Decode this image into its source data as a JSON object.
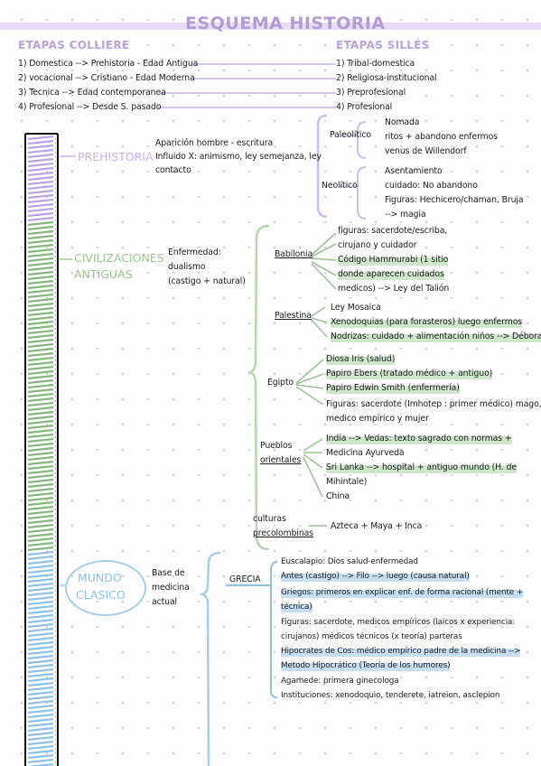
{
  "title": "ESQUEMA HISTORIA",
  "colliere": {
    "heading": "ETAPAS COLLIERE",
    "items": [
      "1) Domestica --> Prehistoria - Edad Antigua",
      "2) vocacional --> Cristiano - Edad Moderna",
      "3) Tecnica --> Edad contemporanea",
      "4) Profesional --> Desde S. pasado"
    ]
  },
  "silles": {
    "heading": "ETAPAS SILLÉS",
    "items": [
      "1) Tribal-domestica",
      "2) Religiosa-institucional",
      "3) Preprofesional",
      "4) Profesional"
    ]
  },
  "prehistoria": {
    "label": "PREHISTORIA",
    "desc": [
      "Aparición hombre - escritura",
      "Influido X: animismo, ley semejanza, ley",
      "contacto"
    ],
    "paleolitico": {
      "label": "Paleolítico",
      "items": [
        "Nomada",
        "ritos + abandono enfermos",
        "venus de Willendorf"
      ]
    },
    "neolitico": {
      "label": "Neolítico",
      "items": [
        "Asentamiento",
        "cuidado: No abandono",
        "Figuras: Hechicero/chaman, Bruja",
        "--> magia"
      ]
    }
  },
  "civilizaciones": {
    "label": [
      "CIVILIZACIONES",
      "ANTIGUAS"
    ],
    "desc": [
      "Enfermedad:",
      "dualismo",
      "(castigo + natural)"
    ],
    "babilonia": {
      "label": "Babilonia",
      "items": [
        "figuras: sacerdote/escriba,",
        "cirujano y cuidador",
        "Código Hammurabi (1 sitio",
        "donde aparecen cuidados",
        "medicos) --> Ley del Talión"
      ]
    },
    "palestina": {
      "label": "Palestina",
      "items": [
        "Ley Mosaica",
        "Xenodoquias (para forasteros) luego enfermos",
        "Nodrizas: cuidado + alimentación niños --> Débora"
      ]
    },
    "egipto": {
      "label": "Egipto",
      "items": [
        "Diosa Iris (salud)",
        "Papiro Ebers (tratado médico + antiguo)",
        "Papiro Edwin Smith (enfermería)",
        "Figuras: sacerdote (Imhotep : primer médico) mago,",
        "medico empírico y mujer"
      ]
    },
    "orientales": {
      "label": [
        "Pueblos",
        "orientales"
      ],
      "items": [
        "India --> Vedas: texto sagrado con normas +",
        "Medicina Ayurveda",
        "Sri Lanka --> hospital + antiguo mundo (H. de",
        "Mihintale)",
        "China"
      ]
    },
    "precolombinas": {
      "label": [
        "culturas",
        "precolombinas"
      ],
      "items": [
        "Azteca + Maya + Inca"
      ]
    }
  },
  "mundo": {
    "label": [
      "MUNDO",
      "CLASICO"
    ],
    "desc": [
      "Base de",
      "medicina",
      "actual"
    ],
    "grecia": {
      "label": "GRECIA",
      "items": [
        "Euscalapio: Dios salud-enfermedad",
        "Antes (castigo) --> Filo --> luego (causa natural)",
        "Griegos: primeros en explicar enf. de forma racional (mente +",
        "técnica)",
        "Figuras: sacerdote, medicos empíricos (laicos x experiencia:",
        "cirujanos) médicos técnicos (x teoría) parteras",
        "Hipocrates de Cos: médico empírico padre de la medicina -->",
        "Metodo Hipocrático (Teoría de los humores)",
        "Agamede: primera ginecologa",
        "Instituciones: xenodoquio, tenderete, iatreion, asclepion"
      ]
    }
  }
}
